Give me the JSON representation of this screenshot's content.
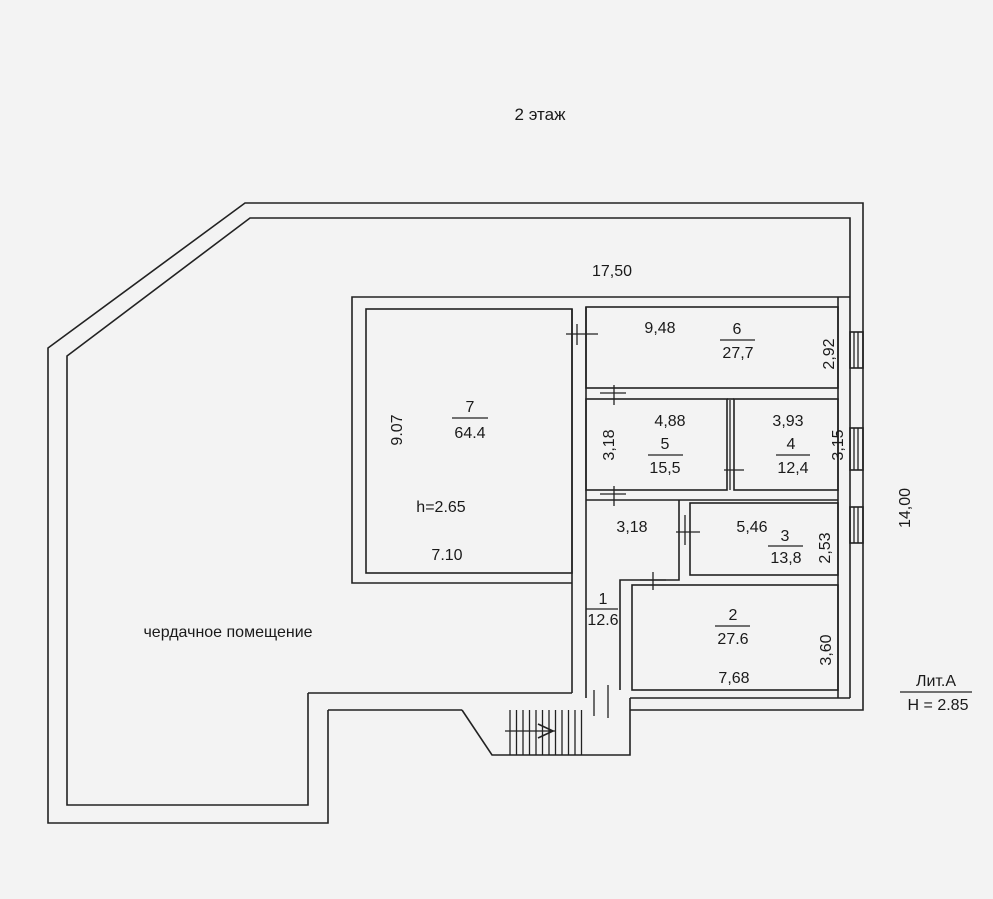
{
  "title": "2  этаж",
  "attic_label": "чердачное помещение",
  "building_total_length": "17,50",
  "building_total_width": "14,00",
  "lit": {
    "name": "Лит.А",
    "height": "H = 2.85"
  },
  "rooms": [
    {
      "number": "1",
      "area": "12.6",
      "dims": [
        "3,18"
      ]
    },
    {
      "number": "2",
      "area": "27.6",
      "dims": [
        "7,68",
        "3,60"
      ]
    },
    {
      "number": "3",
      "area": "13,8",
      "dims": [
        "5,46",
        "2,53"
      ]
    },
    {
      "number": "4",
      "area": "12,4",
      "dims": [
        "3,93",
        "3,15"
      ]
    },
    {
      "number": "5",
      "area": "15,5",
      "dims": [
        "4,88",
        "3,18"
      ]
    },
    {
      "number": "6",
      "area": "27,7",
      "dims": [
        "9,48",
        "2,92"
      ]
    },
    {
      "number": "7",
      "area": "64.4",
      "dims": [
        "7.10",
        "9.07"
      ],
      "height": "h=2.65"
    }
  ]
}
